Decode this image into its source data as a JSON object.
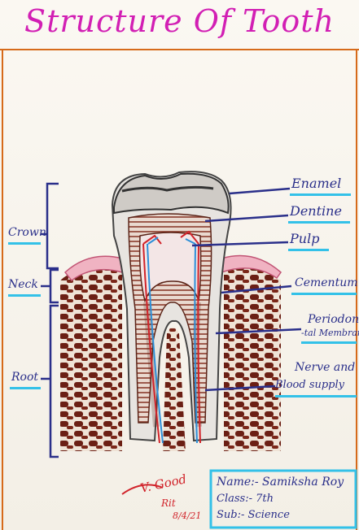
{
  "title": "Structure Of Tooth",
  "regions": {
    "crown": "Crown",
    "neck": "Neck",
    "root": "Root"
  },
  "parts": {
    "enamel": "Enamel",
    "dentine": "Dentine",
    "pulp": "Pulp",
    "cementum": "Cementum",
    "periodontal_1": "Periodon",
    "periodontal_2": "-tal Membrane",
    "nerve_1": "Nerve and",
    "nerve_2": "Blood supply"
  },
  "student": {
    "name": "Name:- Samiksha Roy",
    "class": "Class:- 7th",
    "subject": "Sub:- Science"
  },
  "remark": {
    "grade": "V. Good",
    "initials": "Rit",
    "date": "8/4/21"
  },
  "colors": {
    "title": "#d21fb4",
    "ink": "#2a2f8a",
    "underline": "#33c1e8",
    "bone": "#6b1f14",
    "gum": "#f0b3c2",
    "border": "#d66a1a",
    "remark": "#d1232a"
  }
}
